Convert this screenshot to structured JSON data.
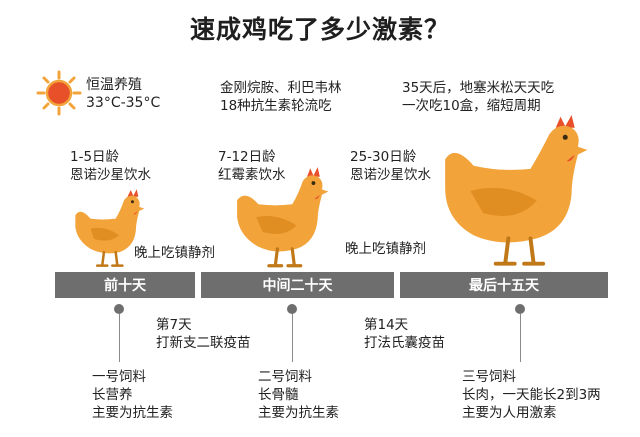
{
  "title": "速成鸡吃了多少激素？",
  "temperature": {
    "line1": "恒温养殖",
    "line2": "33°C-35°C"
  },
  "stages": [
    {
      "age": "1-5日龄",
      "drug": "恩诺沙星饮水",
      "night": "晚上吃镇静剂",
      "bar": "前十天",
      "feed": [
        "一号饲料",
        "长营养",
        "主要为抗生素"
      ]
    },
    {
      "top1": "金刚烷胺、利巴韦林",
      "top2": "18种抗生素轮流吃",
      "age": "7-12日龄",
      "drug": "红霉素饮水",
      "bar": "中间二十天",
      "vaccine1_day": "第7天",
      "vaccine1": "打新支二联疫苗",
      "feed": [
        "二号饲料",
        "长骨髓",
        "主要为抗生素"
      ]
    },
    {
      "top1": "35天后，地塞米松天天吃",
      "top2": "一次吃10盒，缩短周期",
      "age": "25-30日龄",
      "drug": "恩诺沙星饮水",
      "night": "晚上吃镇静剂",
      "bar": "最后十五天",
      "vaccine2_day": "第14天",
      "vaccine2": "打法氏囊疫苗",
      "feed": [
        "三号饲料",
        "长肉，一天能长2到3两",
        "主要为人用激素"
      ]
    }
  ],
  "colors": {
    "chicken": "#f2a33a",
    "chicken_shade": "#e08e22",
    "comb": "#e8502a",
    "bar": "#6e6e6e"
  }
}
